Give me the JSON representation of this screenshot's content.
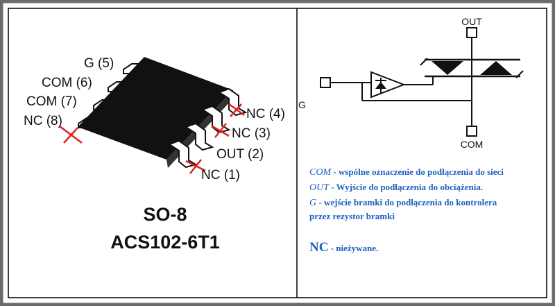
{
  "package": {
    "name": "SO-8",
    "part": "ACS102-6T1",
    "pins_left": [
      "G (5)",
      "COM (6)",
      "COM (7)",
      "NC (8)"
    ],
    "pins_right": [
      "NC (4)",
      "NC (3)",
      "OUT (2)",
      "NC (1)"
    ]
  },
  "symbol": {
    "out_label": "OUT",
    "com_label": "COM",
    "gate_label": "G"
  },
  "legend": {
    "com": {
      "term": "COM",
      "text": " - wspólne oznaczenie do podłączenia do sieci"
    },
    "out": {
      "term": "OUT",
      "text": " - Wyjście do podłączenia do obciążenia."
    },
    "g": {
      "term": "G",
      "text": " - wejście bramki do podłączenia do kontrolera",
      "cont": "przez rezystor bramki"
    },
    "nc": {
      "term": "NC",
      "text": " - nieżywane."
    }
  },
  "colors": {
    "frame": "#6b6b6b",
    "mark": "#e02020",
    "legend": "#1f5fbf"
  }
}
